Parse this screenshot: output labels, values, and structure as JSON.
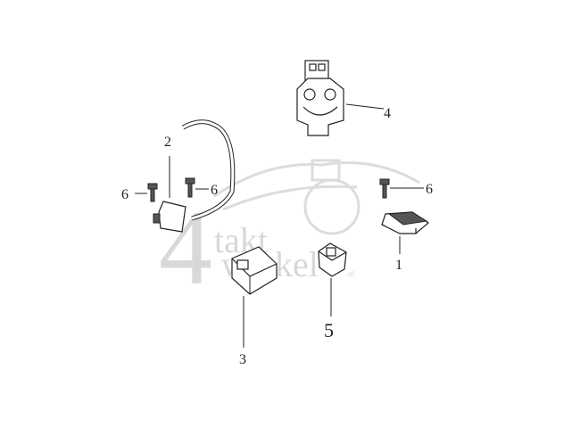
{
  "watermark": {
    "digit": "4",
    "line1": "takt",
    "line2": "winkel",
    "suffix": ".nl"
  },
  "callouts": {
    "part1": "1",
    "part2": "2",
    "part3": "3",
    "part4": "4",
    "part5": "5",
    "bolt_left": "6",
    "bolt_middle": "6",
    "bolt_right": "6"
  }
}
